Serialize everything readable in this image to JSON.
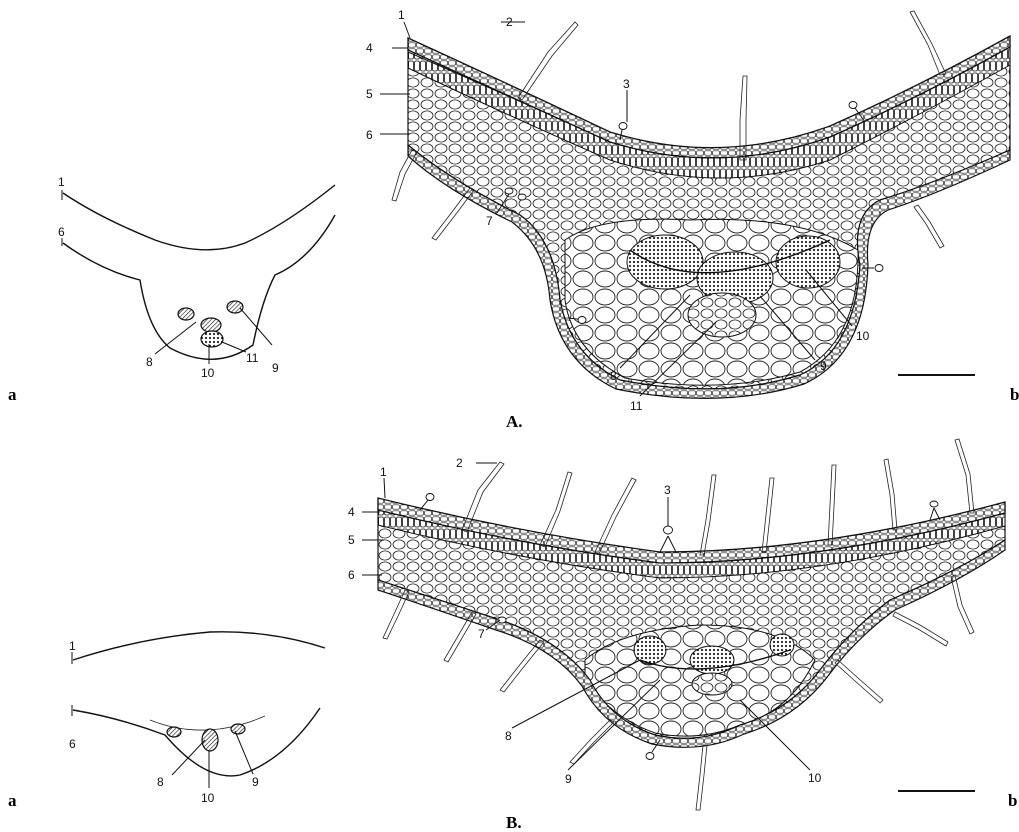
{
  "panels": {
    "A": {
      "caption": "A.",
      "sub_a": "a",
      "sub_b": "b",
      "schematic_labels": {
        "l1": "1",
        "l6": "6",
        "l8": "8",
        "l9": "9",
        "l10": "10",
        "l11": "11"
      },
      "detail_labels": {
        "l1": "1",
        "l2": "2",
        "l3": "3",
        "l4": "4",
        "l5": "5",
        "l6": "6",
        "l7": "7",
        "l8": "8",
        "l9": "9",
        "l10": "10",
        "l11": "11"
      }
    },
    "B": {
      "caption": "B.",
      "sub_a": "a",
      "sub_b": "b",
      "schematic_labels": {
        "l1": "1",
        "l6": "6",
        "l8": "8",
        "l9": "9",
        "l10": "10"
      },
      "detail_labels": {
        "l1": "1",
        "l2": "2",
        "l3": "3",
        "l4": "4",
        "l5": "5",
        "l6": "6",
        "l7": "7",
        "l8": "8",
        "l9": "9",
        "l10": "10"
      }
    }
  },
  "colors": {
    "ink": "#111111",
    "background": "#ffffff"
  }
}
